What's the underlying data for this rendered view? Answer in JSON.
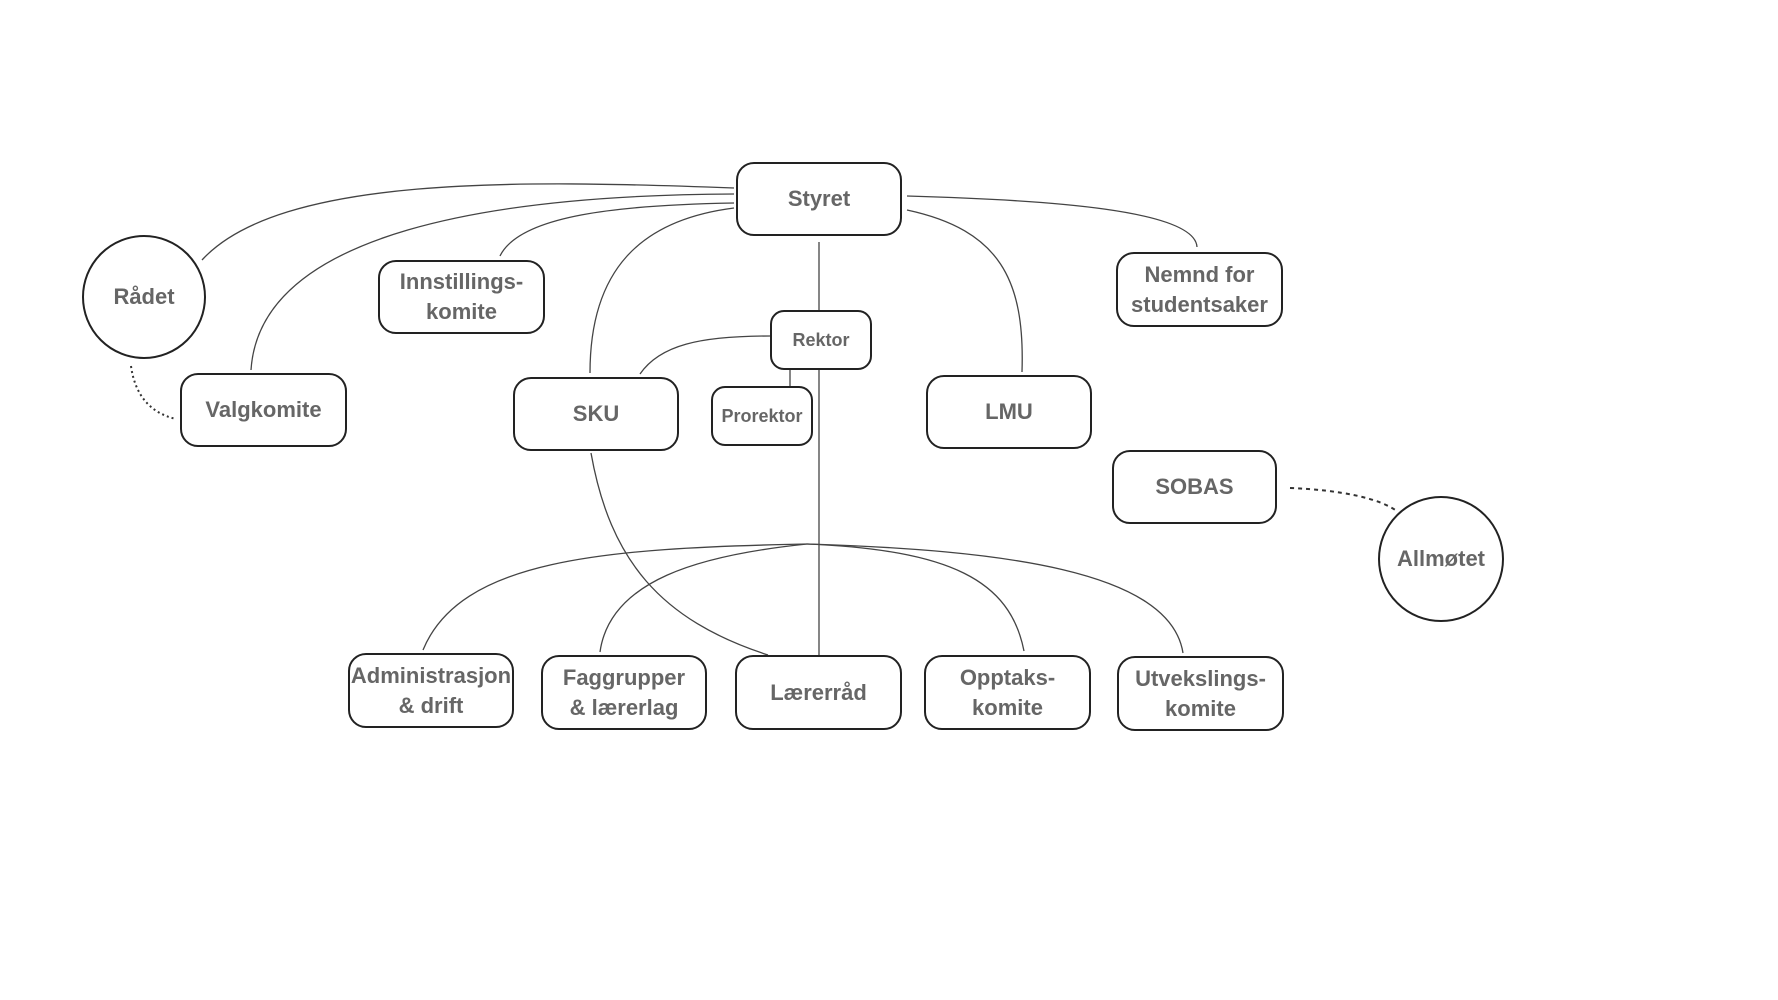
{
  "diagram": {
    "colors": {
      "text": "#666666",
      "border": "#222222",
      "edge": "#444444",
      "background": "#ffffff"
    },
    "nodes": {
      "styret": "Styret",
      "radet": "Rådet",
      "innstillingskomite": "Innstillings-\nkomite",
      "nemnd": "Nemnd for\nstudentsaker",
      "valgkomite": "Valgkomite",
      "rektor": "Rektor",
      "sku": "SKU",
      "prorektor": "Prorektor",
      "lmu": "LMU",
      "sobas": "SOBAS",
      "allmotet": "Allmøtet",
      "administrasjon": "Administrasjon\n& drift",
      "faggrupper": "Faggrupper\n& lærerlag",
      "larerrad": "Lærerråd",
      "opptakskomite": "Opptaks-\nkomite",
      "utvekslingskomite": "Utvekslings-\nkomite"
    },
    "edges": [
      {
        "from": "styret",
        "to": "radet",
        "style": "solid"
      },
      {
        "from": "styret",
        "to": "valgkomite",
        "style": "solid"
      },
      {
        "from": "styret",
        "to": "innstillingskomite",
        "style": "solid"
      },
      {
        "from": "styret",
        "to": "sku",
        "style": "solid"
      },
      {
        "from": "styret",
        "to": "rektor",
        "style": "solid"
      },
      {
        "from": "styret",
        "to": "lmu",
        "style": "solid"
      },
      {
        "from": "styret",
        "to": "nemnd",
        "style": "solid"
      },
      {
        "from": "rektor",
        "to": "sku",
        "style": "solid"
      },
      {
        "from": "rektor",
        "to": "prorektor",
        "style": "solid"
      },
      {
        "from": "rektor",
        "to": "larerrad",
        "style": "solid"
      },
      {
        "from": "rektor",
        "to": "administrasjon",
        "style": "solid"
      },
      {
        "from": "rektor",
        "to": "faggrupper",
        "style": "solid"
      },
      {
        "from": "rektor",
        "to": "opptakskomite",
        "style": "solid"
      },
      {
        "from": "rektor",
        "to": "utvekslingskomite",
        "style": "solid"
      },
      {
        "from": "sku",
        "to": "larerrad",
        "style": "solid"
      },
      {
        "from": "radet",
        "to": "valgkomite",
        "style": "dotted"
      },
      {
        "from": "sobas",
        "to": "allmotet",
        "style": "dashed"
      }
    ]
  }
}
